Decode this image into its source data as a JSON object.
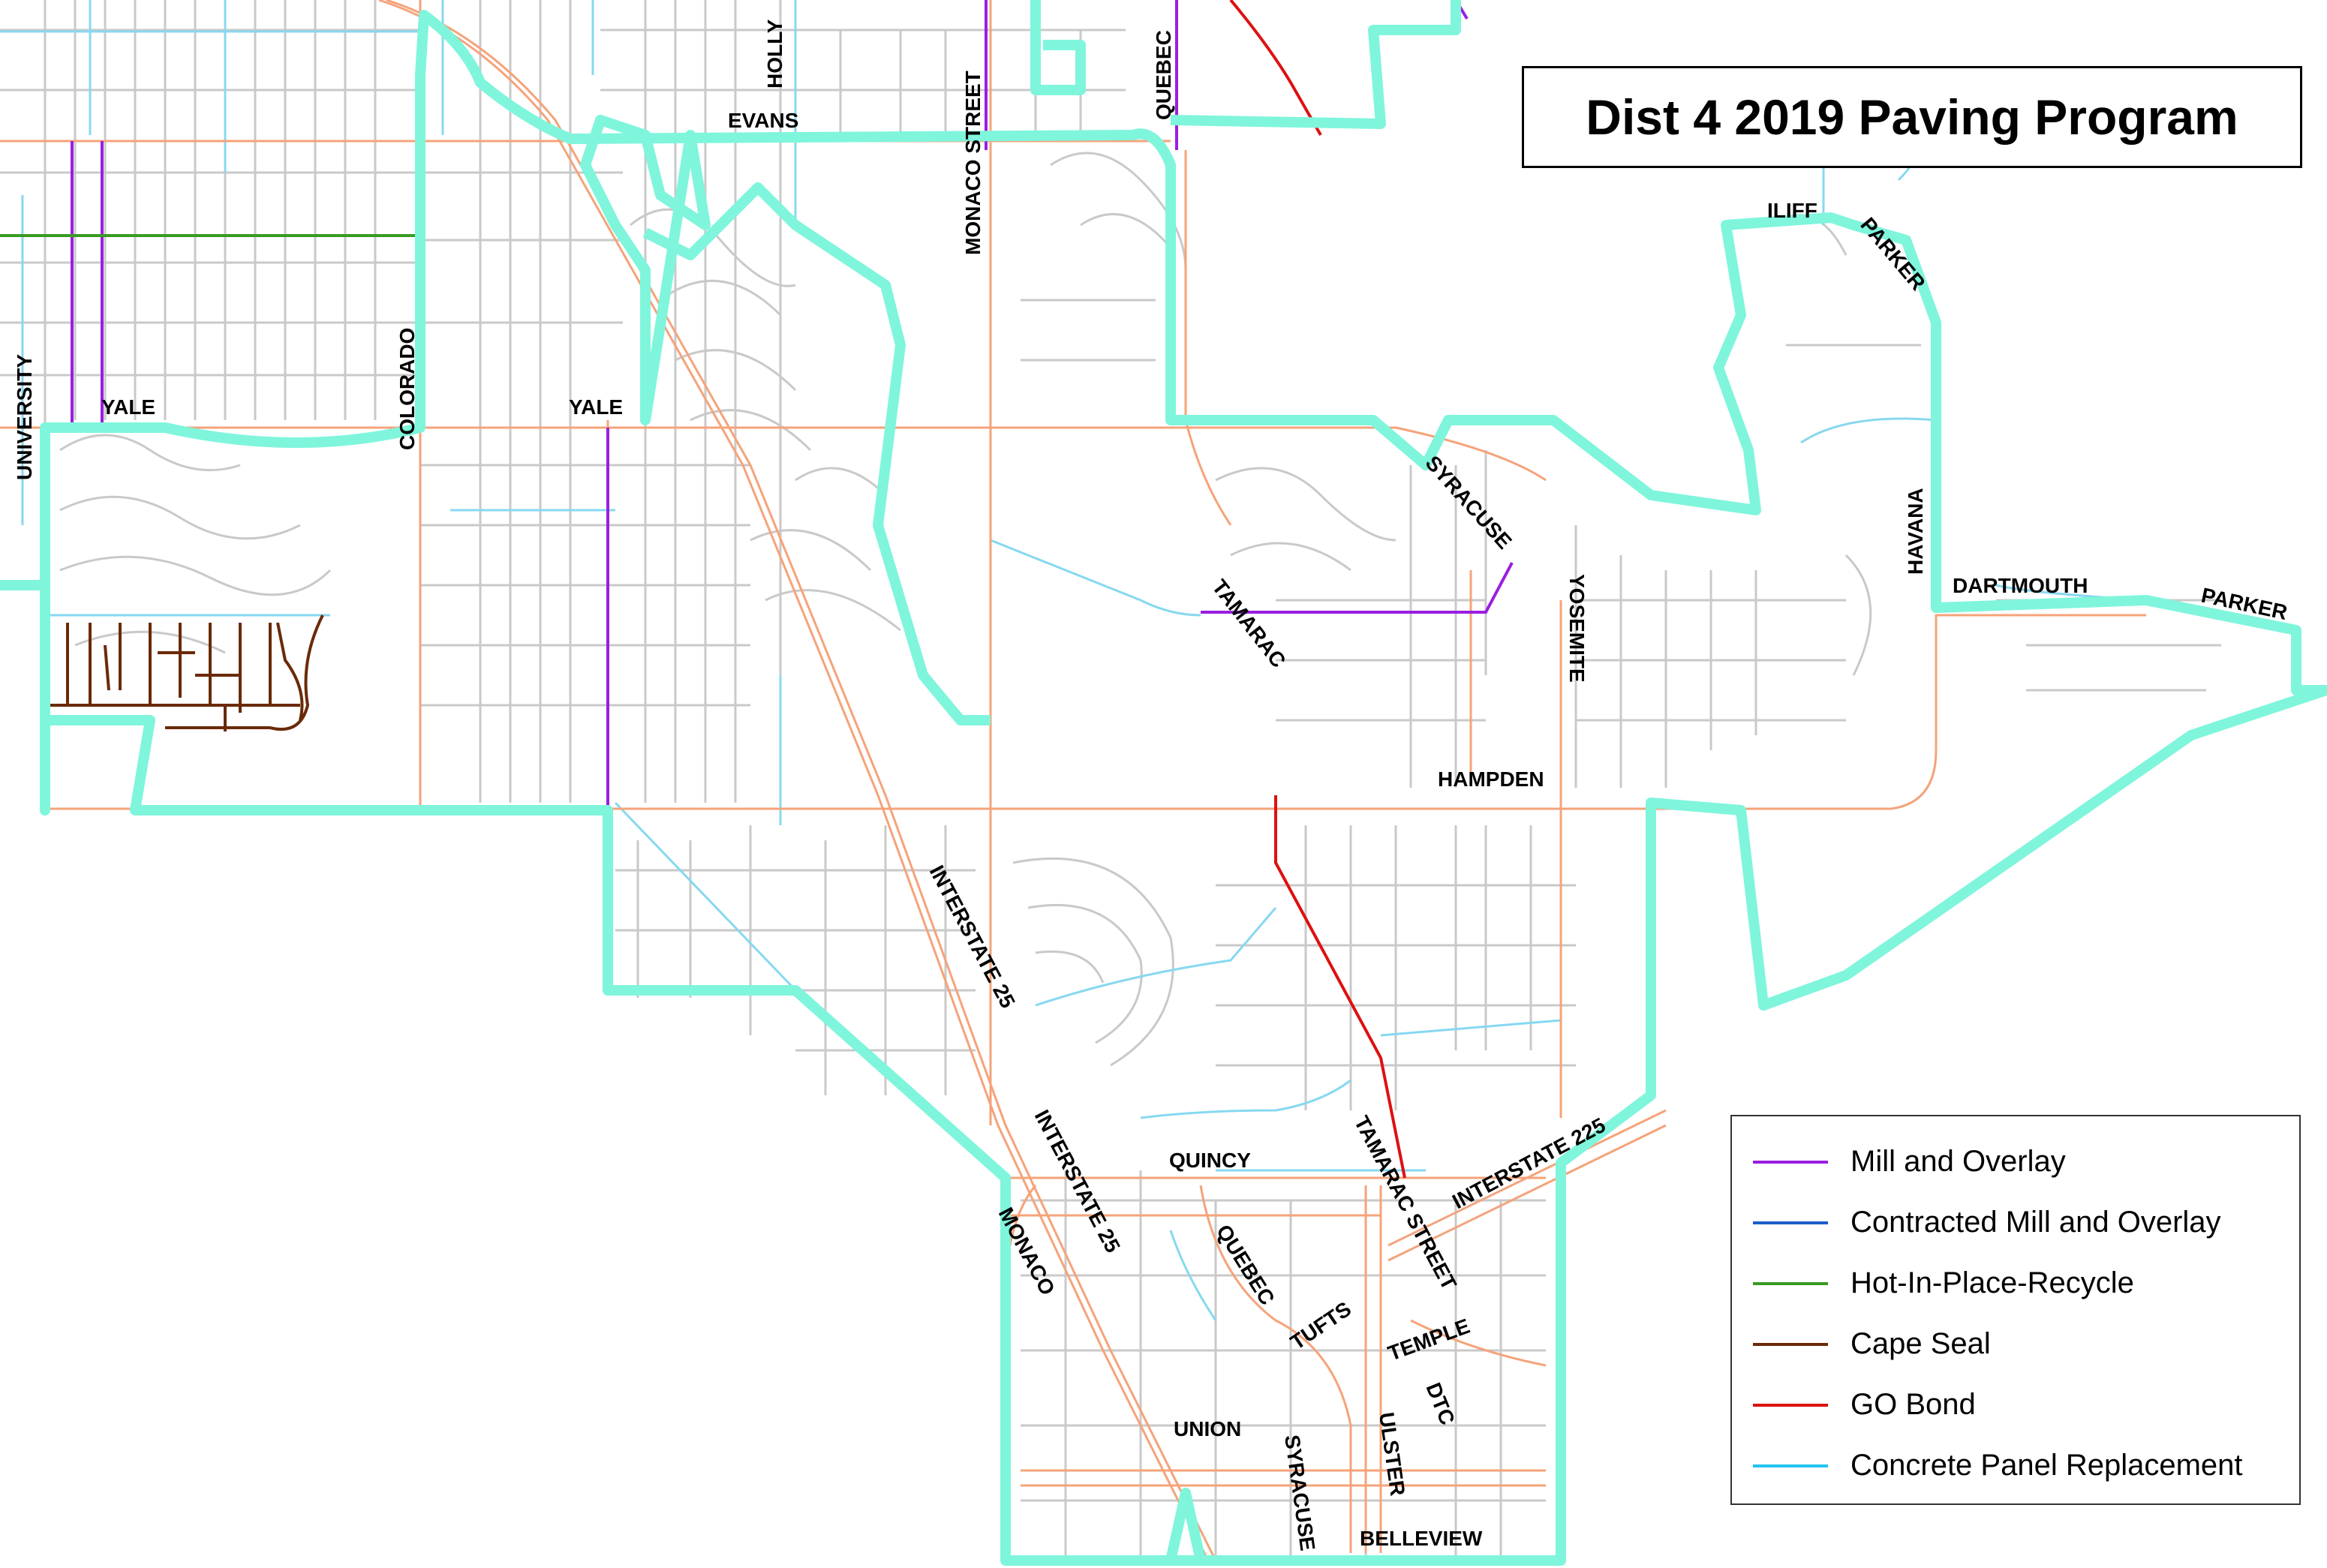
{
  "title": "Dist 4 2019 Paving Program",
  "colors": {
    "boundary": "#7ff5dc",
    "arterial": "#f5a37a",
    "local": "#c9c9c9",
    "water": "#87d8f0"
  },
  "legend": [
    {
      "label": "Mill and Overlay",
      "color": "#9a1ee0"
    },
    {
      "label": "Contracted Mill and Overlay",
      "color": "#1a5ec8"
    },
    {
      "label": "Hot-In-Place-Recycle",
      "color": "#3a9a22"
    },
    {
      "label": "Cape Seal",
      "color": "#6a2a08"
    },
    {
      "label": "GO Bond",
      "color": "#dd1111"
    },
    {
      "label": "Concrete Panel Replacement",
      "color": "#22c4f0"
    }
  ],
  "street_labels": {
    "holly": "HOLLY",
    "evans": "EVANS",
    "monaco_street": "MONACO STREET",
    "quebec_north": "QUEBEC",
    "iliff": "ILIFF",
    "parker_ne": "PARKER",
    "university": "UNIVERSITY",
    "yale_west": "YALE",
    "colorado": "COLORADO",
    "yale_center": "YALE",
    "syracuse_north": "SYRACUSE",
    "havana": "HAVANA",
    "dartmouth": "DARTMOUTH",
    "parker_east": "PARKER",
    "tamarac": "TAMARAC",
    "yosemite": "YOSEMITE",
    "hampden": "HAMPDEN",
    "interstate_25_north": "INTERSTATE 25",
    "interstate_25_south": "INTERSTATE 25",
    "quincy": "QUINCY",
    "tamarac_street": "TAMARAC STREET",
    "interstate_225": "INTERSTATE 225",
    "monaco_south": "MONACO",
    "quebec_south": "QUEBEC",
    "tufts": "TUFTS",
    "temple": "TEMPLE",
    "dtc": "DTC",
    "union": "UNION",
    "syracuse_south": "SYRACUSE",
    "ulster": "ULSTER",
    "belleview": "BELLEVIEW"
  }
}
